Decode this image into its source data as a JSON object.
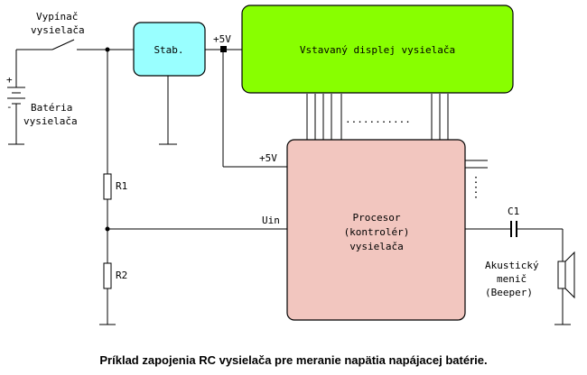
{
  "labels": {
    "switch_line1": "Vypínač",
    "switch_line2": "vysielača",
    "battery_line1": "Batéria",
    "battery_line2": "vysielača",
    "battery_plus": "+",
    "battery_minus": "-",
    "stab": "Stab.",
    "plus5v_top": "+5V",
    "display": "Vstavaný displej vysielača",
    "plus5v_mid": "+5V",
    "r1": "R1",
    "r2": "R2",
    "uin": "Uin",
    "proc_line1": "Procesor",
    "proc_line2": "(kontrolér)",
    "proc_line3": "vysielača",
    "c1": "C1",
    "beeper_line1": "Akustický",
    "beeper_line2": "menič",
    "beeper_line3": "(Beeper)",
    "bus_dots": "..........."
  },
  "caption": "Príklad zapojenia RC vysielača pre meranie napätia napájacej batérie.",
  "colors": {
    "stabilizer": "#99ffff",
    "display": "#88ff00",
    "processor": "#f2c6bf"
  }
}
